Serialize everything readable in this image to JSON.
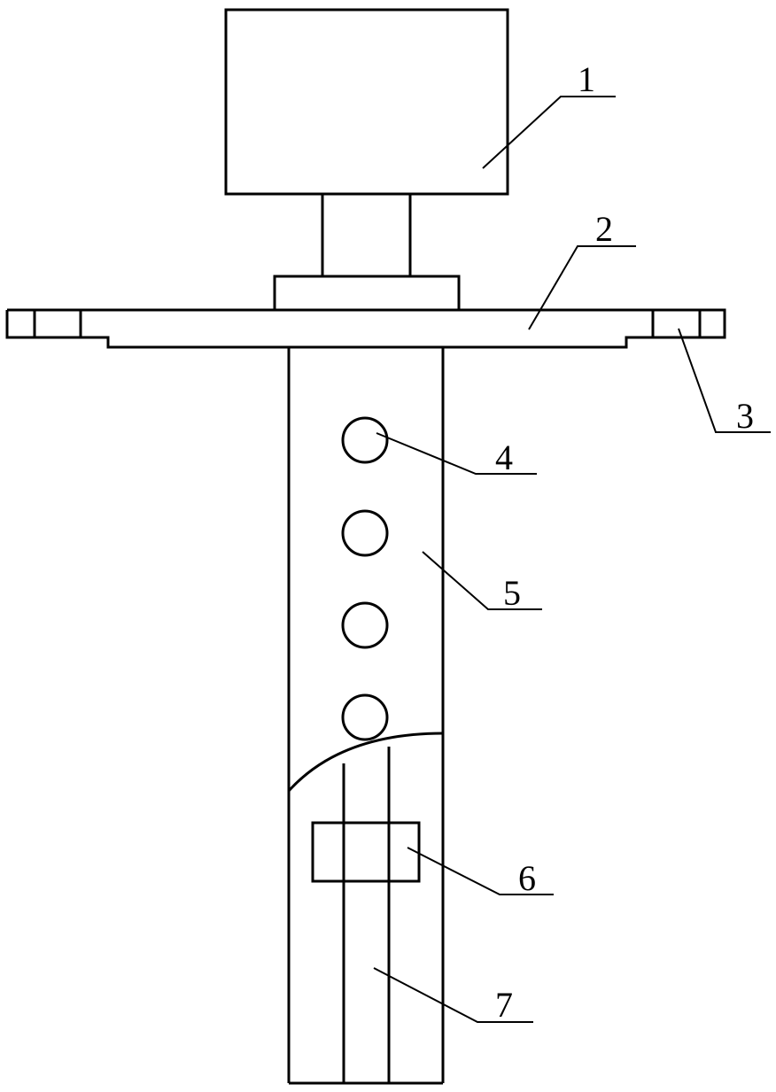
{
  "colors": {
    "stroke": "#000000",
    "background": "#ffffff"
  },
  "callouts": [
    {
      "label": "1"
    },
    {
      "label": "2"
    },
    {
      "label": "3"
    },
    {
      "label": "4"
    },
    {
      "label": "5"
    },
    {
      "label": "6"
    },
    {
      "label": "7"
    }
  ]
}
